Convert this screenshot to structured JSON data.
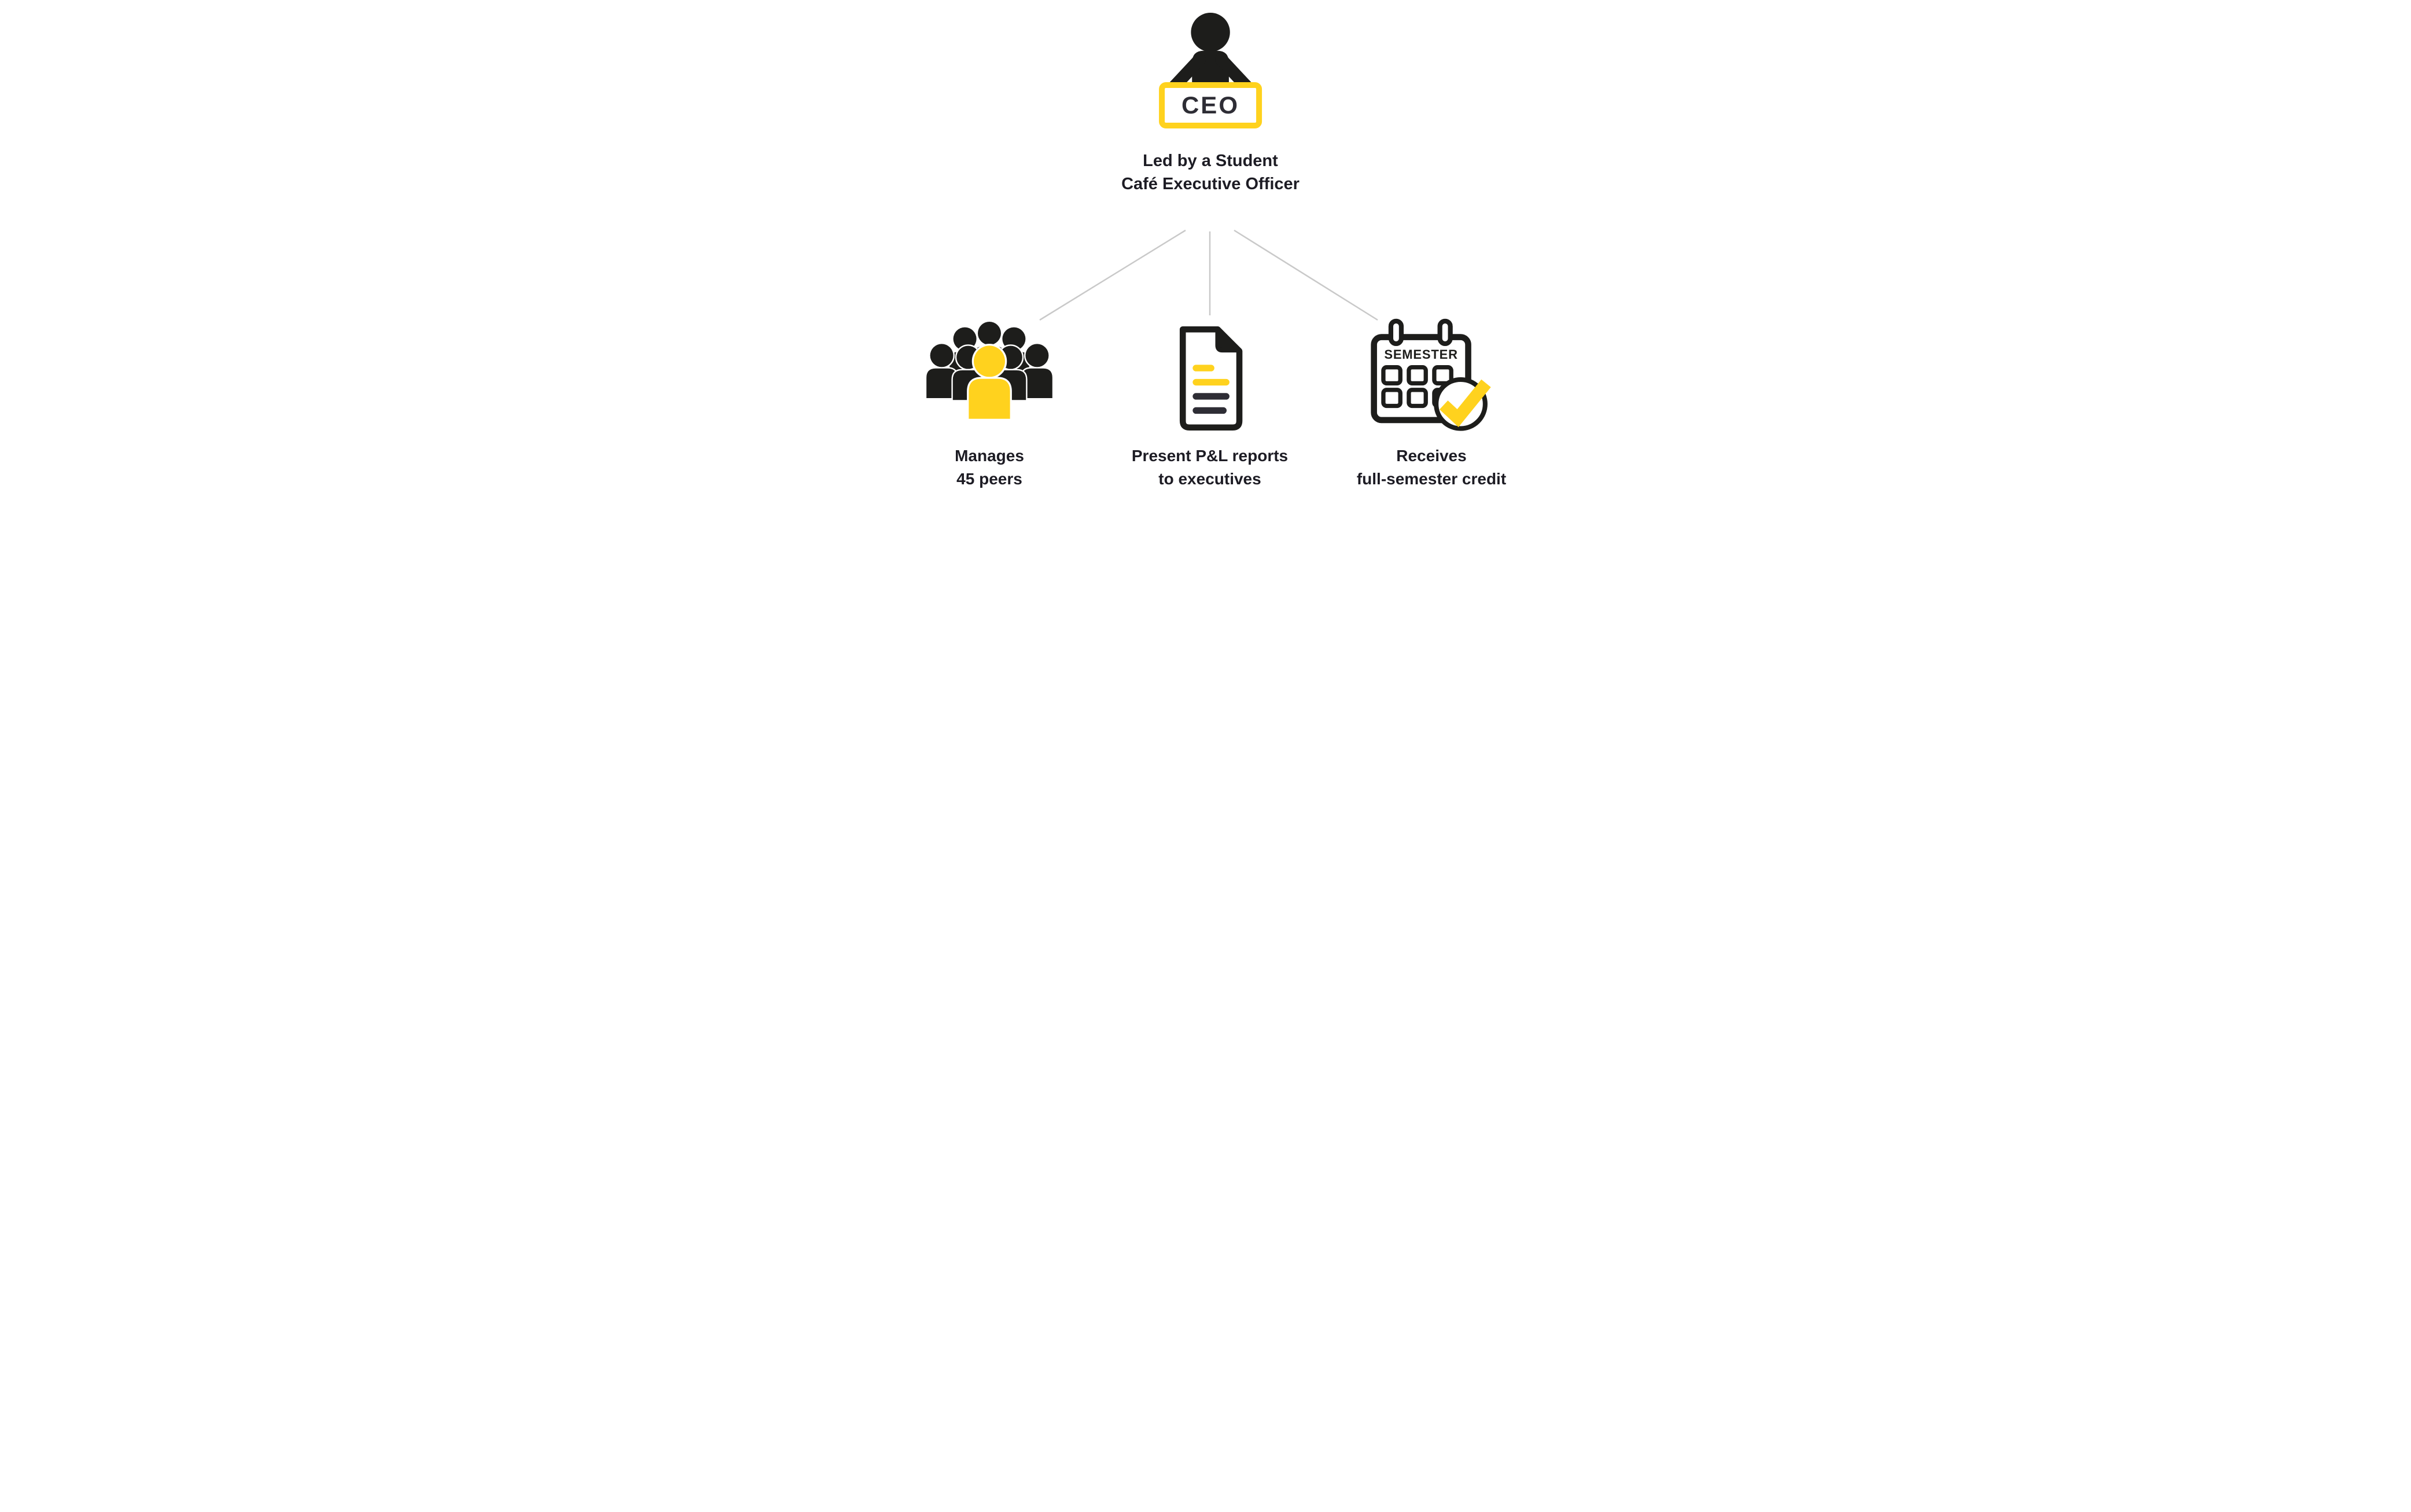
{
  "figure": {
    "ceo": {
      "sign_label": "CEO",
      "subtitle_line1": "Led by a Student",
      "subtitle_line2": "Café Executive Officer"
    },
    "branches": [
      {
        "icon": "crowd-icon",
        "caption_line1": "Manages",
        "caption_line2": "45 peers"
      },
      {
        "icon": "document-icon",
        "caption_line1": "Present P&L  reports",
        "caption_line2": "to executives"
      },
      {
        "icon": "calendar-check-icon",
        "caption_line1": "Receives",
        "caption_line2": "full-semester credit"
      }
    ],
    "calendar_label": "SEMESTER",
    "colors": {
      "accent_yellow": "#FFD21E",
      "ink": "#1D1D1B",
      "text": "#1D1C24",
      "connector_gray": "#C9C9C9"
    }
  }
}
